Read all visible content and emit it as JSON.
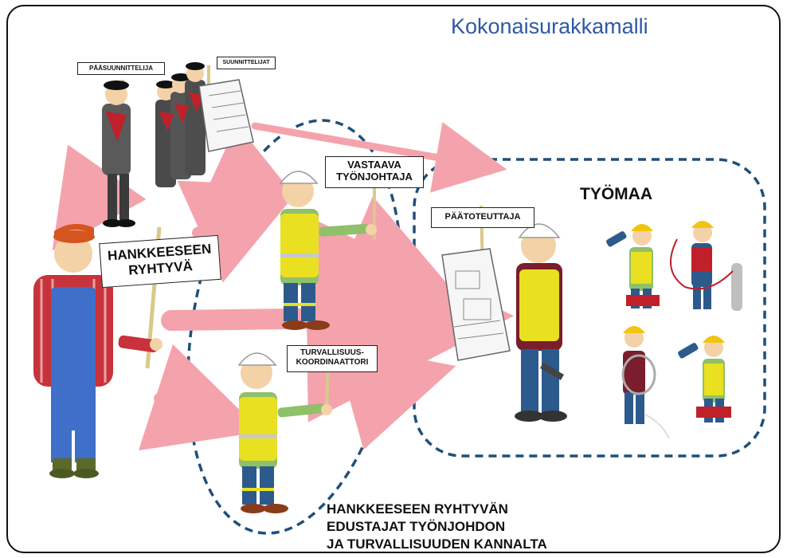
{
  "title": "Kokonaisurakkamalli",
  "signs": {
    "paasuunnittelija": "PÄÄSUUNNITTELIJA",
    "suunnittelijat": "SUUNNITTELIJAT",
    "hankkeeseen_ryhtyva_line1": "HANKKEESEEN",
    "hankkeeseen_ryhtyva_line2": "RYHTYVÄ",
    "vastaava_line1": "VASTAAVA",
    "vastaava_line2": "TYÖNJOHTAJA",
    "turvallisuus_line1": "TURVALLISUUS-",
    "turvallisuus_line2": "KOORDINAATTORI",
    "paatoteuttaja": "PÄÄTOTEUTTAJA"
  },
  "worksite_label": "TYÖMAA",
  "caption": {
    "line1": "HANKKEESEEN RYHTYVÄN",
    "line2": "EDUSTAJAT TYÖNJOHDON",
    "line3": "JA TURVALLISUUDEN KANNALTA"
  },
  "colors": {
    "title": "#2f58a5",
    "dashed_outline": "#1f4f7a",
    "arrow": "#f4a3ad",
    "hi_vis": "#e8e020",
    "helmet_yellow": "#f1c40f"
  }
}
